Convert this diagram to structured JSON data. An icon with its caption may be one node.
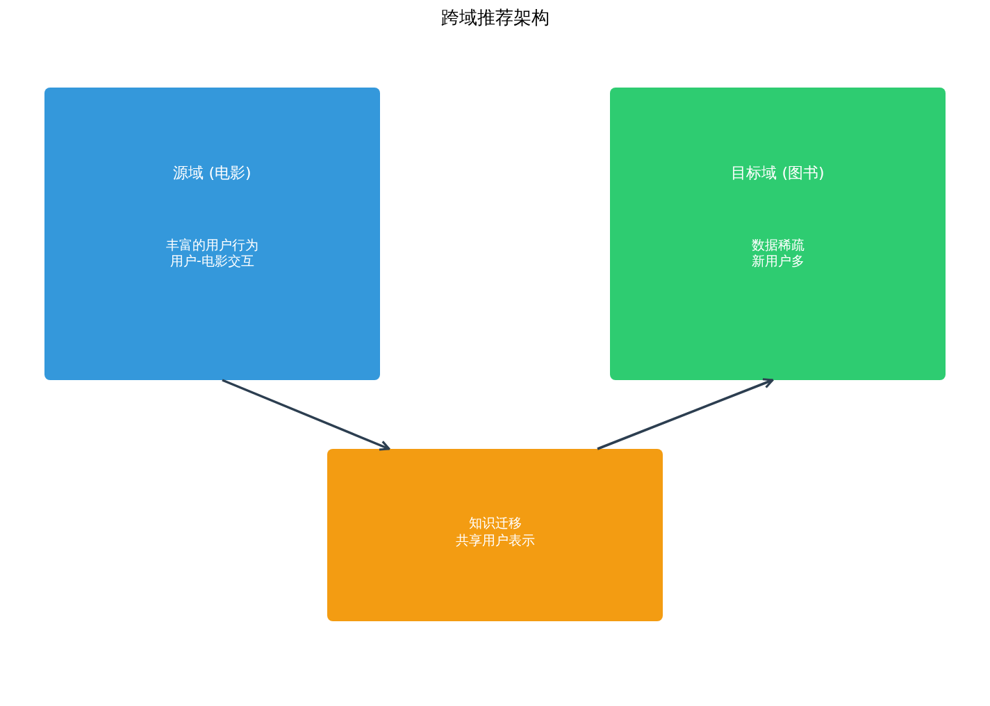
{
  "diagram": {
    "title": "跨域推荐架构",
    "nodes": [
      {
        "text": [
          "源域 (电影)",
          "丰富的用户行为",
          "用户-电影交互"
        ]
      },
      {
        "text": [
          "目标域 (图书)",
          "数据稀疏",
          "新用户多"
        ]
      },
      {
        "text": [
          "知识迁移",
          "共享用户表示"
        ]
      }
    ],
    "edges": [
      {
        "from": 0,
        "to": 2,
        "arrow": "to"
      },
      {
        "from": 2,
        "to": 1,
        "arrow": "to"
      }
    ]
  }
}
